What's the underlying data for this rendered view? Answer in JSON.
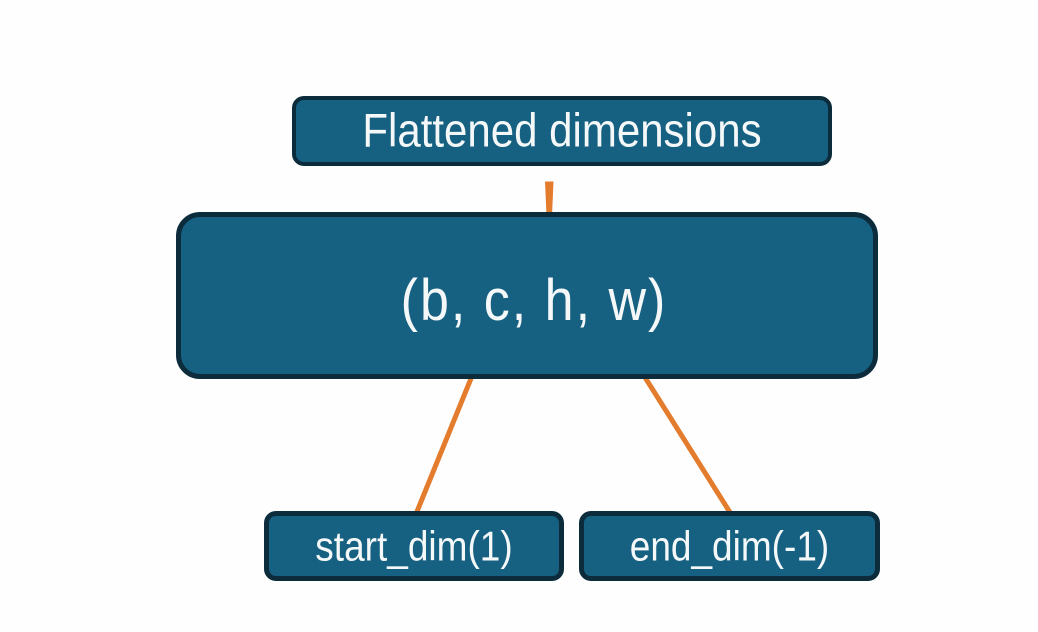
{
  "colors": {
    "background": "#fefefe",
    "node_fill": "#166182",
    "node_border": "#0c2c3c",
    "accent_orange": "#e37c2d",
    "text": "#f5f8f8"
  },
  "diagram": {
    "title_node": {
      "label": "Flattened dimensions"
    },
    "tensor_node": {
      "label": "(b, c, h, w)"
    },
    "param_nodes": [
      {
        "label": "start_dim(1)"
      },
      {
        "label": "end_dim(-1)"
      }
    ]
  }
}
